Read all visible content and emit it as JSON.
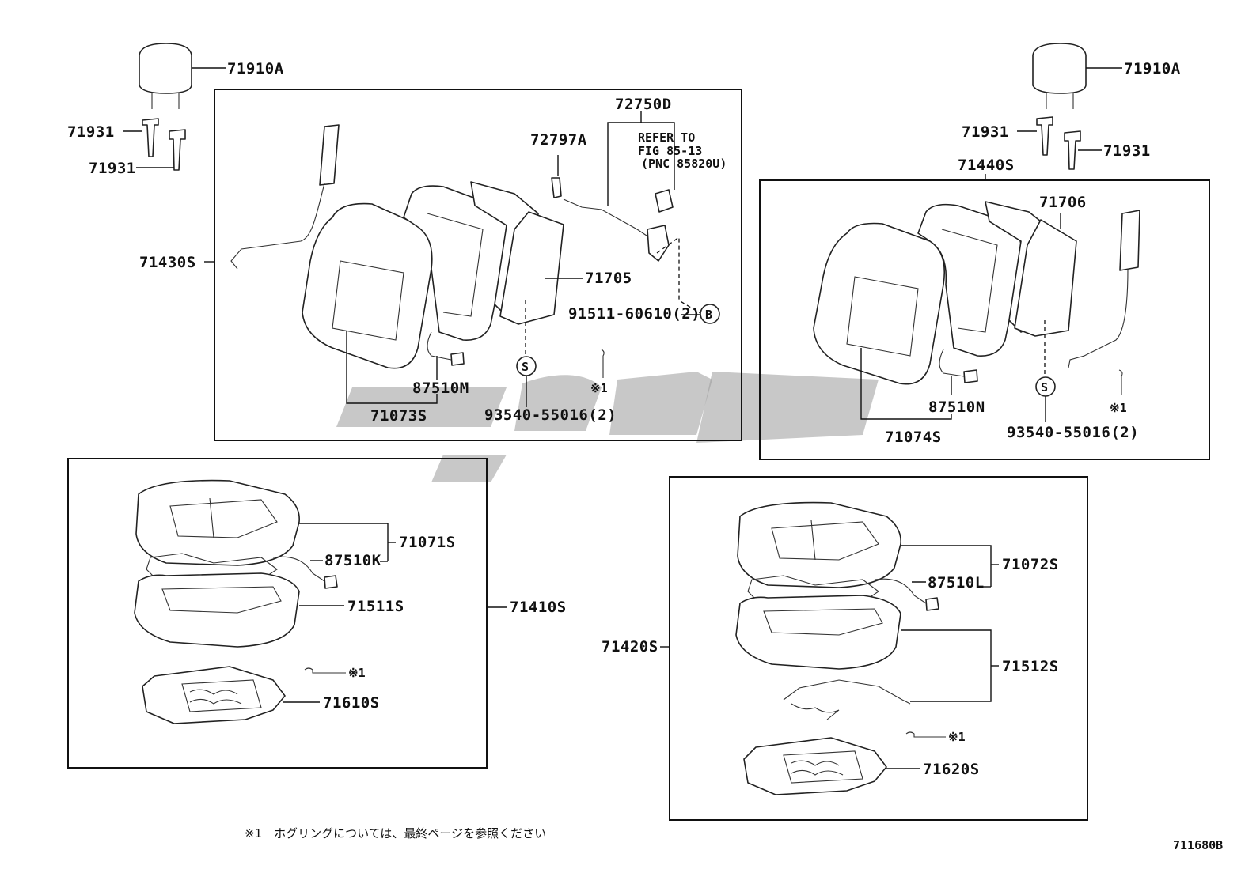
{
  "labels": {
    "hr_71910A_left": "71910A",
    "hr_71931_left_a": "71931",
    "hr_71931_left_b": "71931",
    "back_71430S": "71430S",
    "p_72750D": "72750D",
    "p_72797A": "72797A",
    "refer_line1": "REFER TO",
    "refer_line2": "FIG 85-13",
    "refer_line3": "(PNC 85820U)",
    "p_71705": "71705",
    "p_91511": "91511-60610(2)",
    "p_87510M": "87510M",
    "p_71073S": "71073S",
    "p_93540_left": "93540-55016(2)",
    "mark_x1_a": "※1",
    "hr_71910A_right": "71910A",
    "hr_71931_right_a": "71931",
    "hr_71931_right_b": "71931",
    "back_71440S": "71440S",
    "p_71706": "71706",
    "p_87510N": "87510N",
    "p_71074S": "71074S",
    "p_93540_right": "93540-55016(2)",
    "mark_x1_b": "※1",
    "p_71071S": "71071S",
    "p_87510K": "87510K",
    "p_71511S": "71511S",
    "seat_71410S": "71410S",
    "mark_x1_c": "※1",
    "p_71610S": "71610S",
    "p_71072S": "71072S",
    "p_87510L": "87510L",
    "seat_71420S": "71420S",
    "p_71512S": "71512S",
    "mark_x1_d": "※1",
    "p_71620S": "71620S",
    "callout_B": "B",
    "callout_S_left": "S",
    "callout_S_right": "S"
  },
  "footnote": "※1　ホグリングについては、最終ページを参照ください",
  "figure_id": "711680B"
}
